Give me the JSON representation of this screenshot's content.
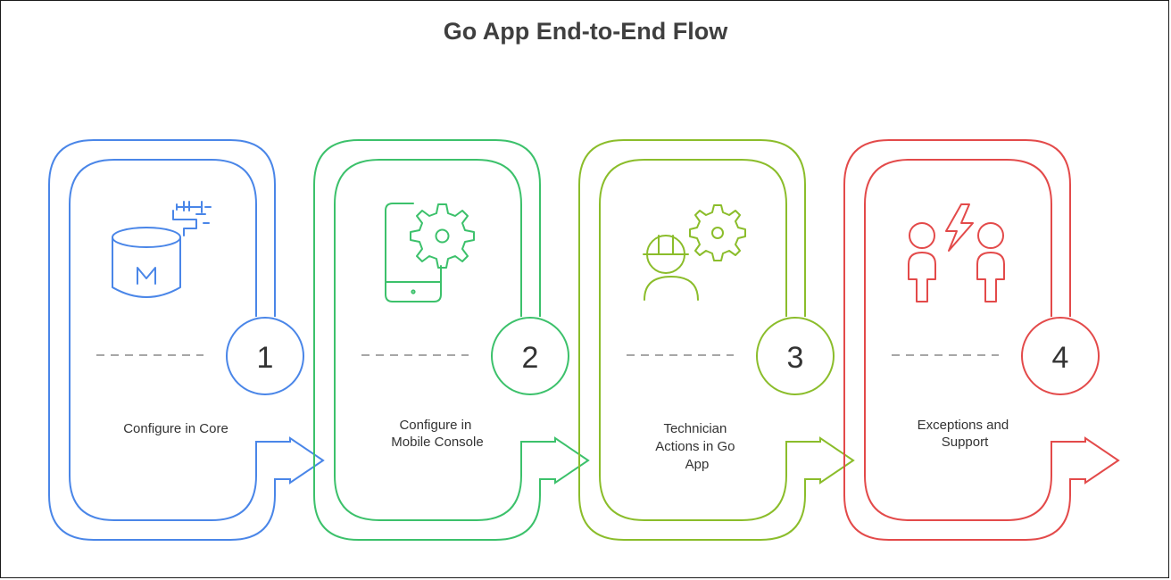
{
  "title": "Go App End-to-End Flow",
  "steps": [
    {
      "number": "1",
      "label_lines": [
        "Configure in Core"
      ],
      "color": "#4a86e8",
      "icon": "database-chip-icon"
    },
    {
      "number": "2",
      "label_lines": [
        "Configure in",
        "Mobile Console"
      ],
      "color": "#3cc16b",
      "icon": "mobile-gear-icon"
    },
    {
      "number": "3",
      "label_lines": [
        "Technician",
        "Actions in Go",
        "App"
      ],
      "color": "#8bbd2b",
      "icon": "technician-gear-icon"
    },
    {
      "number": "4",
      "label_lines": [
        "Exceptions and",
        "Support"
      ],
      "color": "#e34a4a",
      "icon": "people-conflict-icon"
    }
  ]
}
